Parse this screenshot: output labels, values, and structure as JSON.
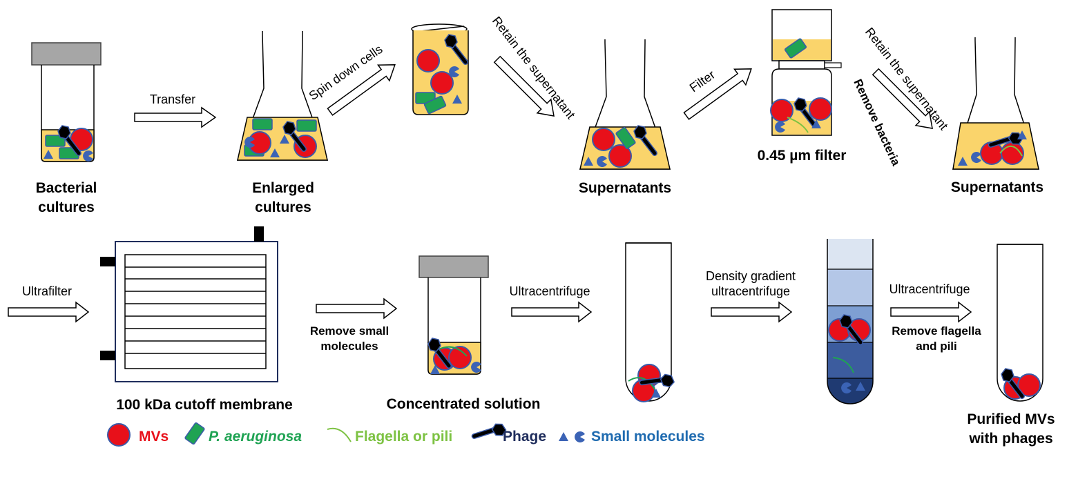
{
  "colors": {
    "liquid": "#FAD46B",
    "mv_fill": "#E8101A",
    "mv_stroke": "#3B5BA9",
    "bacteria": "#1FA353",
    "flagella": "#7DC243",
    "phage": "#000000",
    "phage_outline": "#3B5BA9",
    "small_molecule": "#3B63B5",
    "cap": "#A6A6A6",
    "legend_mv_text": "#E8101A",
    "legend_bacteria_text": "#1FA353",
    "legend_flagella_text": "#7DC243",
    "legend_phage_text": "#1F2D5C",
    "legend_small_text": "#1F6BB0",
    "gradient_layers": [
      "#DCE5F2",
      "#B4C7E7",
      "#7E9FD3",
      "#3C5C9E",
      "#1F3A72"
    ]
  },
  "labels": {
    "bacterial_cultures": [
      "Bacterial",
      "cultures"
    ],
    "enlarged_cultures": [
      "Enlarged",
      "cultures"
    ],
    "supernatants_1": "Supernatants",
    "filter_name": "0.45 µm filter",
    "supernatants_2": "Supernatants",
    "membrane": "100 kDa cutoff membrane",
    "concentrated": "Concentrated solution",
    "purified": [
      "Purified MVs",
      "with phages"
    ]
  },
  "steps": {
    "transfer": "Transfer",
    "spin": "Spin down cells",
    "retain_1": "Retain the supernatant",
    "filter": "Filter",
    "retain_2": "Retain the supernatant",
    "remove_bacteria": "Remove bacteria",
    "ultrafilter": "Ultrafilter",
    "remove_small": [
      "Remove small",
      "molecules"
    ],
    "ultracentrifuge_1": "Ultracentrifuge",
    "density": [
      "Density gradient",
      "ultracentrifuge"
    ],
    "ultracentrifuge_2": "Ultracentrifuge",
    "remove_flagella": [
      "Remove flagella",
      "and pili"
    ]
  },
  "legend": {
    "mvs": "MVs",
    "bacteria": "P. aeruginosa",
    "flagella": "Flagella or pili",
    "phage": "Phage",
    "small": "Small molecules"
  }
}
